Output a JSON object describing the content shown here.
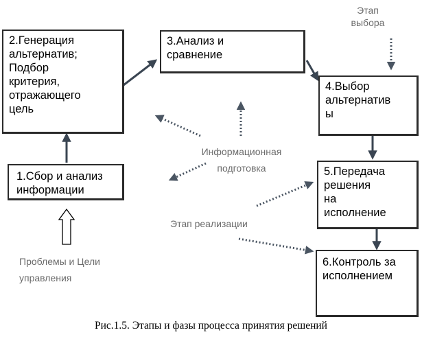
{
  "boxes": {
    "generation": "2.Генерация\nальтернатив;\nПодбор\nкритерия,\nотражающего\nцель",
    "analysis": "3.Анализ и\nсравнение",
    "choice": "4.Выбор\nальтернатив\nы",
    "collect": "1.Сбор и анализ\nинформации",
    "transfer": "5.Передача\nрешения\nна\nисполнение",
    "control": "6.Контроль за\nисполнением"
  },
  "notes": {
    "choice_stage": "Этап\nвыбора",
    "info_prep": "Информационная\nподготовка",
    "realization": "Этап реализации",
    "problems": "Проблемы и Цели\nуправления"
  },
  "caption": "Рис.1.5. Этапы и фазы процесса принятия решений",
  "colors": {
    "box_border": "#2b2b2b",
    "arrow": "#3a4552",
    "dotted_arrow": "#4a5562",
    "note_text": "#6b6b6b"
  }
}
